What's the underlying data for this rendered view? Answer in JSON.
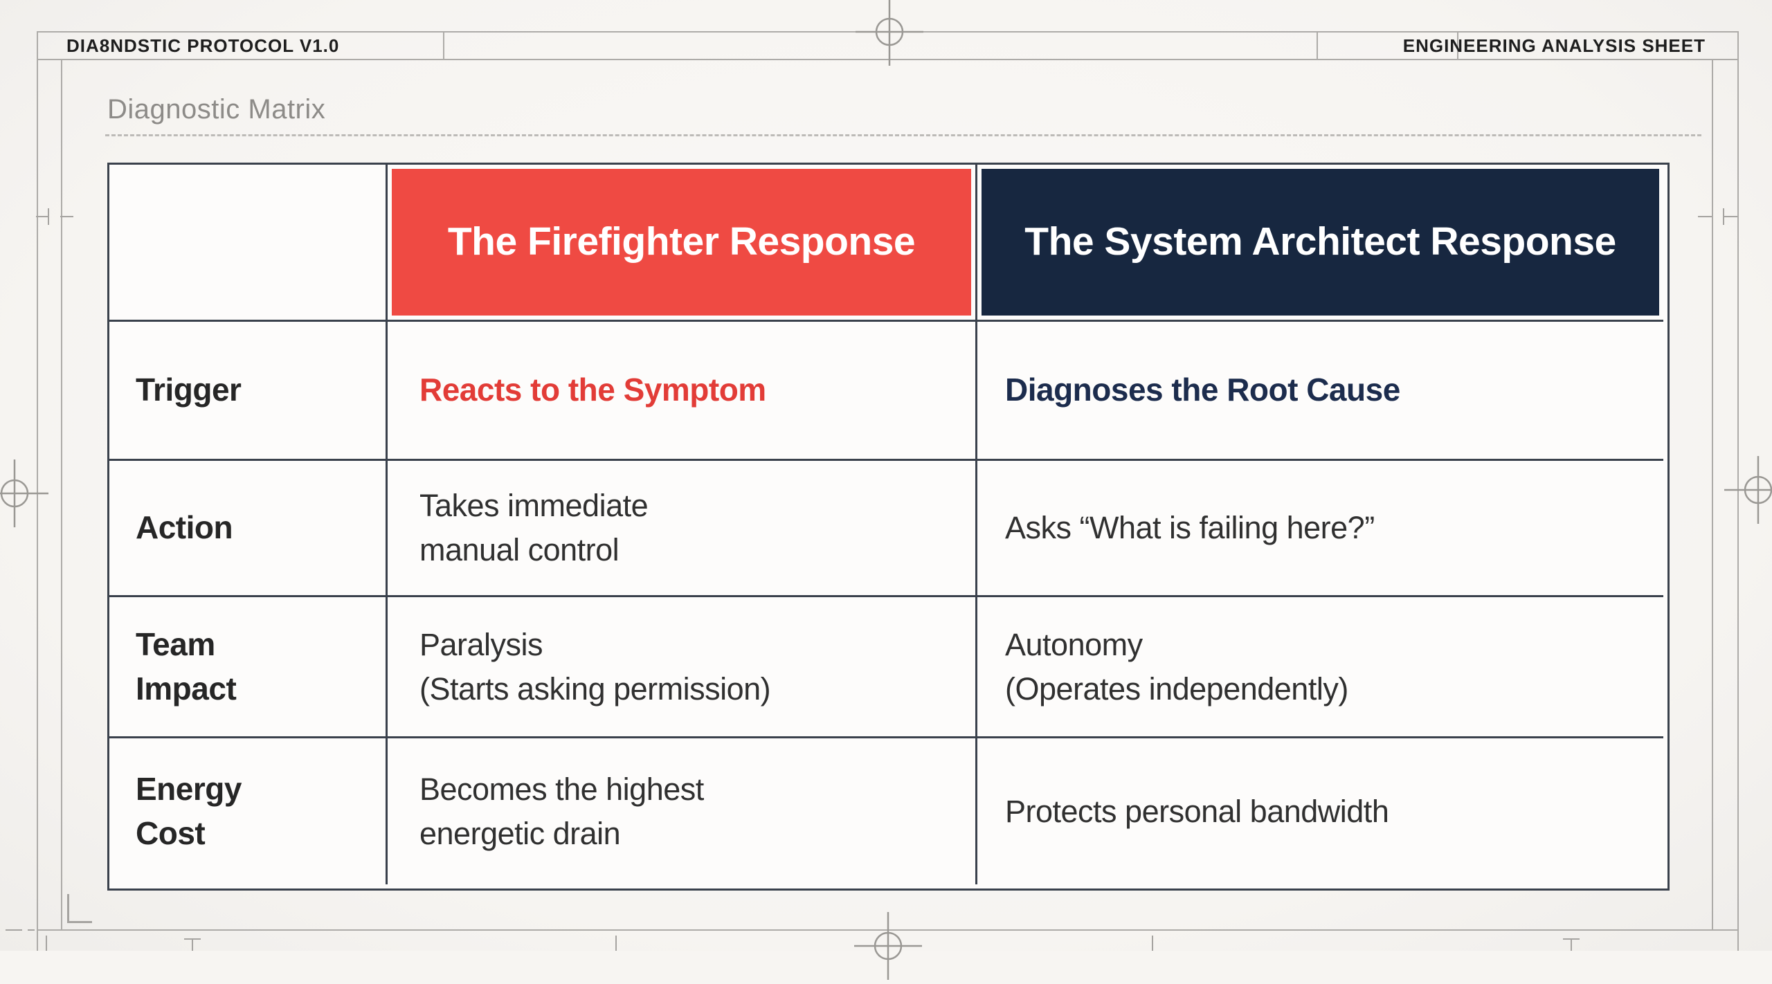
{
  "page": {
    "title_left": "DIA8NDSTIC PROTOCOL V1.0",
    "title_right": "ENGINEERING ANALYSIS SHEET",
    "section_label": "Diagnostic Matrix"
  },
  "matrix": {
    "column_headers": [
      "The Firefighter Response",
      "The System Architect Response"
    ],
    "rows": [
      {
        "label": "Trigger",
        "firefighter": "Reacts to the Symptom",
        "architect": "Diagnoses the Root Cause"
      },
      {
        "label": "Action",
        "firefighter": "Takes immediate\nmanual control",
        "architect": "Asks “What is failing here?”"
      },
      {
        "label": "Team\nImpact",
        "firefighter": "Paralysis\n(Starts asking permission)",
        "architect": "Autonomy\n(Operates independently)"
      },
      {
        "label": "Energy\nCost",
        "firefighter": "Becomes the highest\nenergetic drain",
        "architect": "Protects personal bandwidth"
      }
    ]
  },
  "colors": {
    "firefighter_header_bg": "#EF4A43",
    "architect_header_bg": "#172740",
    "firefighter_accent_text": "#E23C37",
    "architect_accent_text": "#1C2C4D",
    "header_text": "#FFFFFF",
    "page_bg": "#F7F5F2",
    "grid_line": "#3A414C",
    "frame_line": "#ADABA8"
  }
}
